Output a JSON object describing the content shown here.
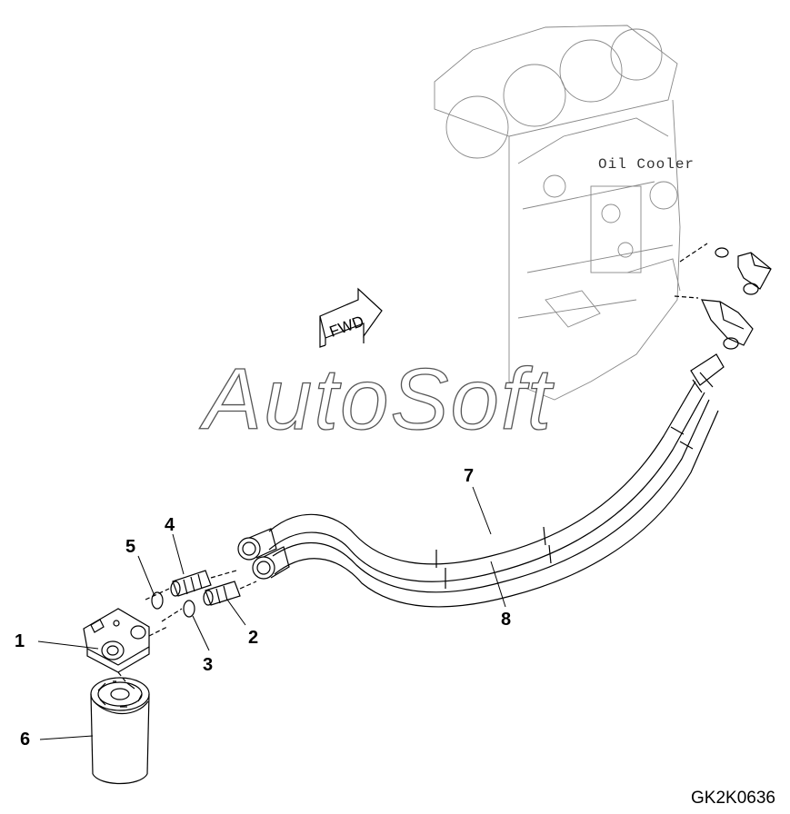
{
  "drawing_code": "GK2K0636",
  "engine_label": "Oil Cooler",
  "watermark": "AutoSoft",
  "fwd_arrow_label": "FWD",
  "callouts": [
    {
      "number": "1",
      "part": "filter-head"
    },
    {
      "number": "2",
      "part": "adapter-lower"
    },
    {
      "number": "3",
      "part": "o-ring-lower"
    },
    {
      "number": "4",
      "part": "adapter-upper"
    },
    {
      "number": "5",
      "part": "o-ring-upper"
    },
    {
      "number": "6",
      "part": "oil-filter-cartridge"
    },
    {
      "number": "7",
      "part": "hose-upper"
    },
    {
      "number": "8",
      "part": "hose-lower"
    }
  ]
}
